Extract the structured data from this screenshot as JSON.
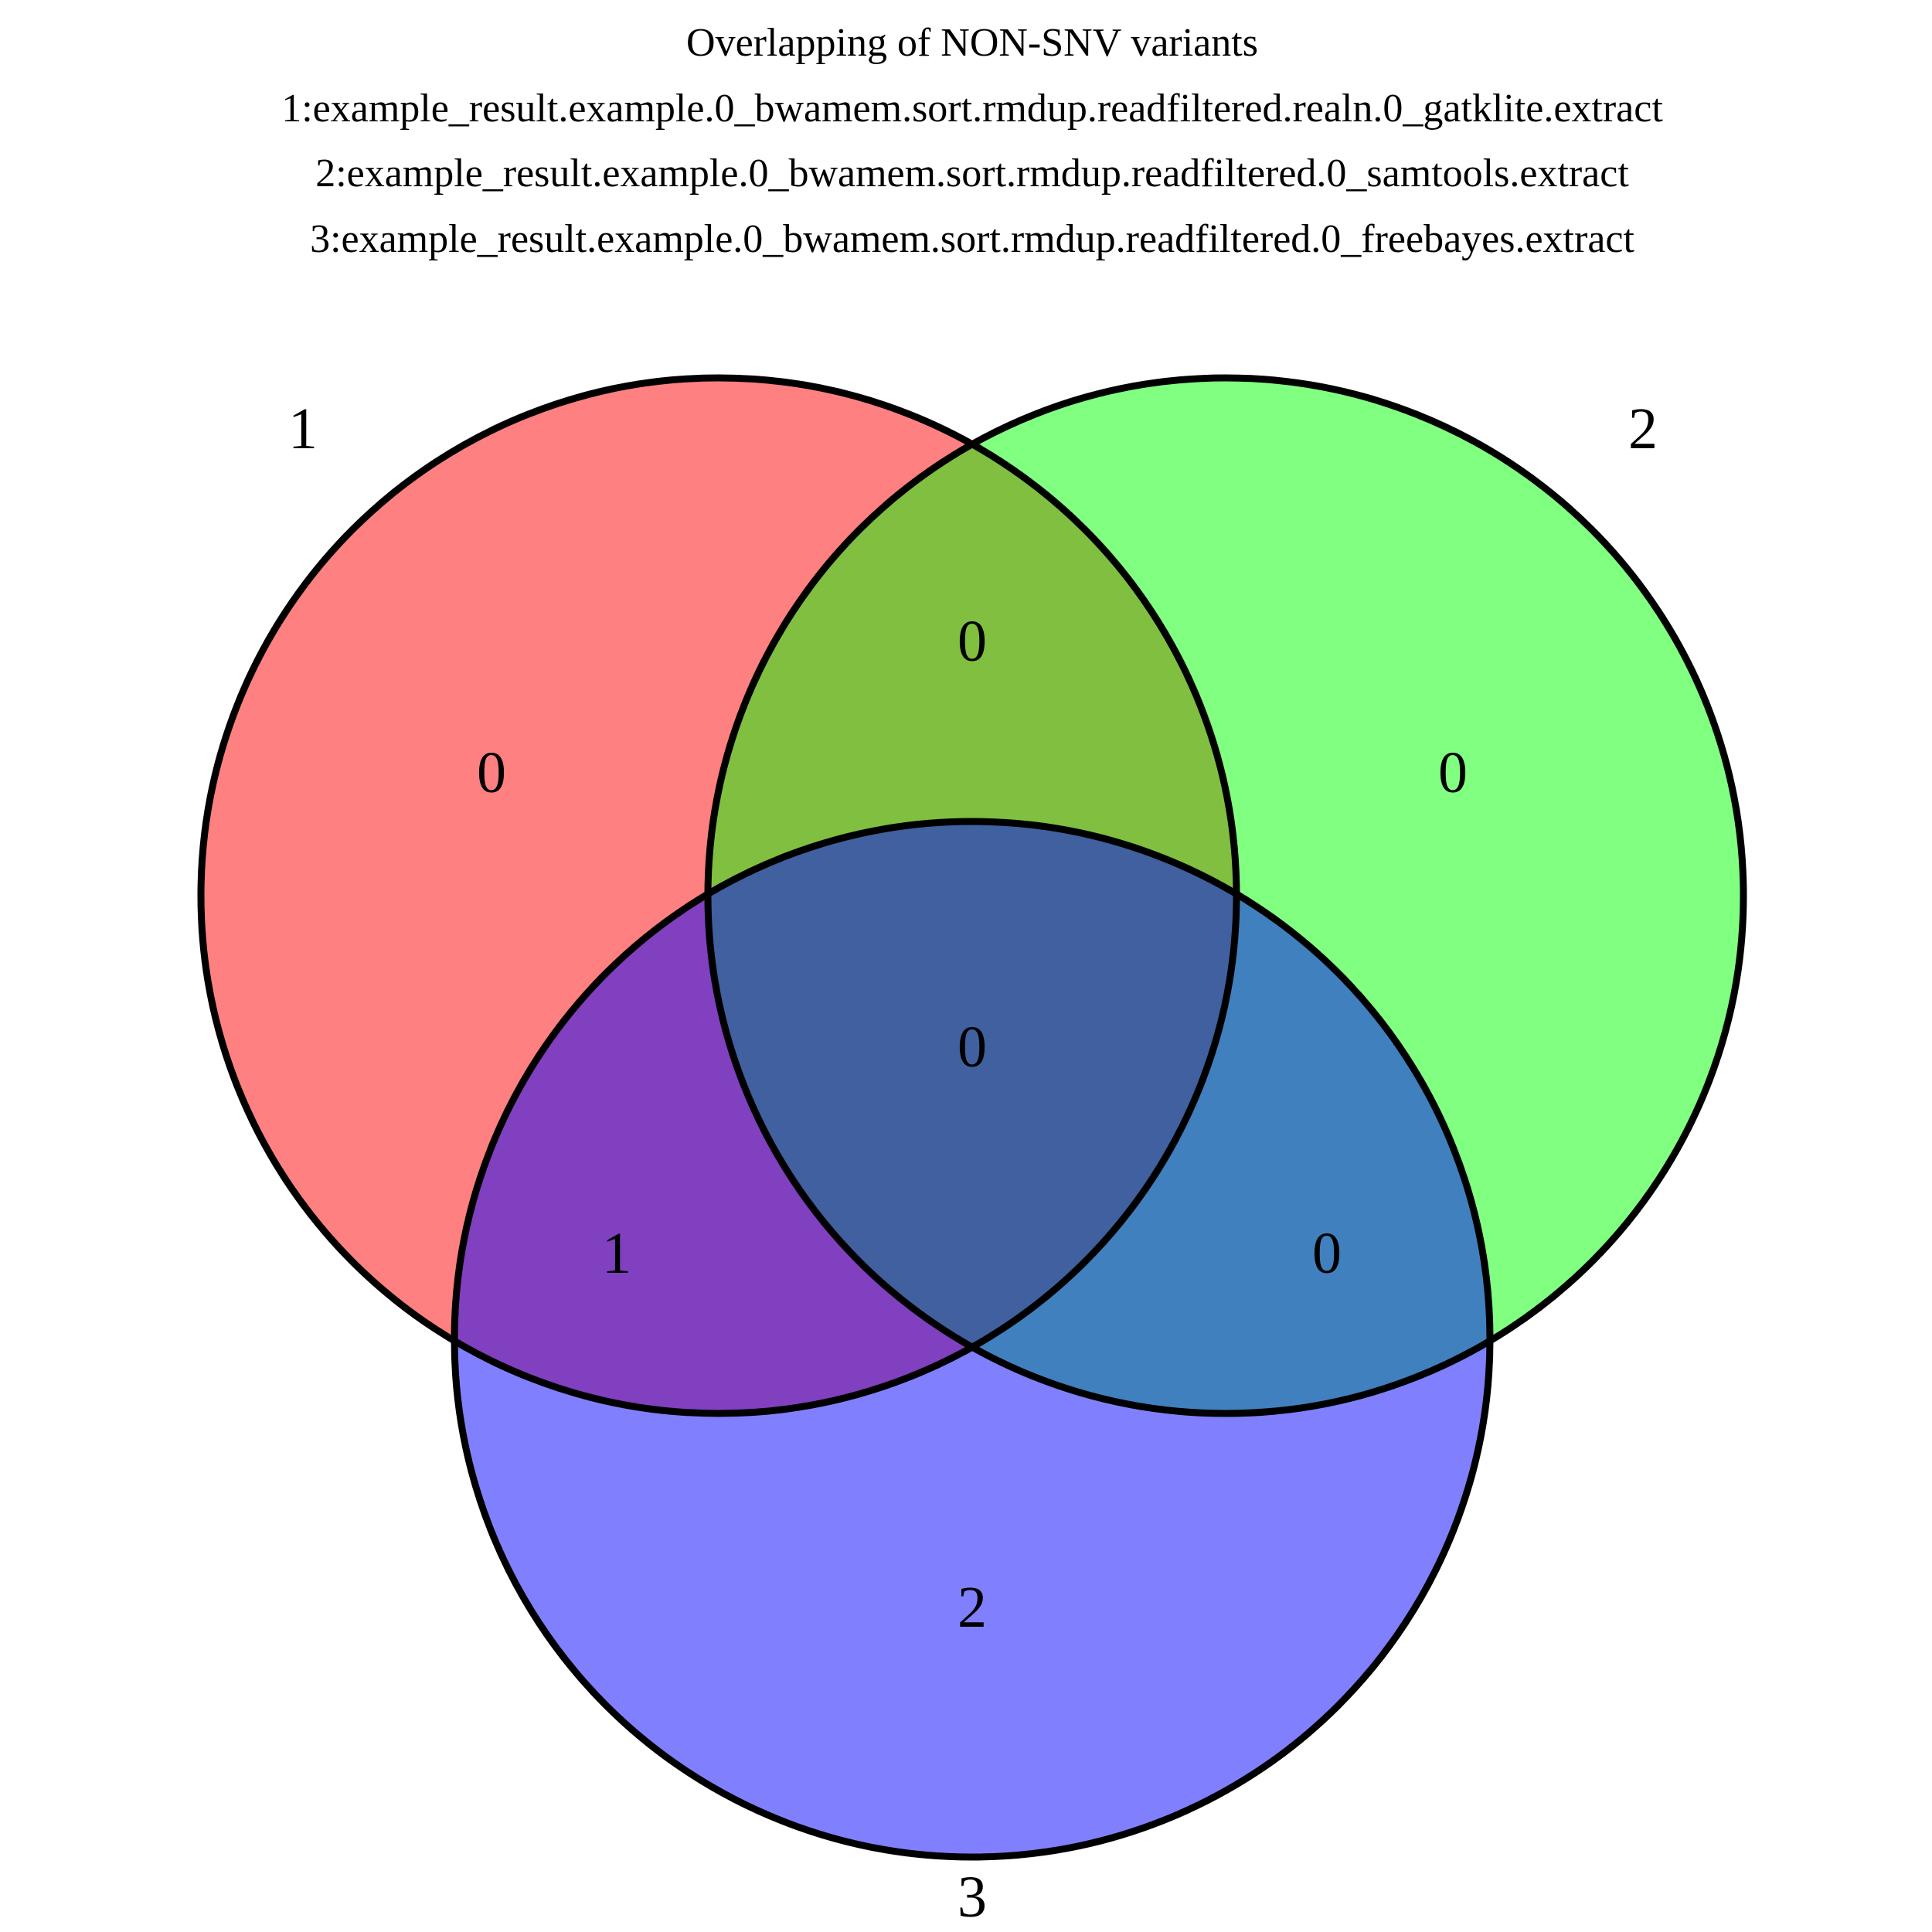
{
  "title_lines": [
    "Overlapping of NON-SNV variants",
    "1:example_result.example.0_bwamem.sort.rmdup.readfiltered.realn.0_gatklite.extract",
    "2:example_result.example.0_bwamem.sort.rmdup.readfiltered.0_samtools.extract",
    "3:example_result.example.0_bwamem.sort.rmdup.readfiltered.0_freebayes.extract"
  ],
  "sets": [
    {
      "label": "1",
      "color": "#ff8080"
    },
    {
      "label": "2",
      "color": "#80ff80"
    },
    {
      "label": "3",
      "color": "#8080ff"
    }
  ],
  "regions": {
    "only_1": "0",
    "only_2": "0",
    "only_3": "2",
    "1_and_2": "0",
    "1_and_3": "1",
    "2_and_3": "0",
    "1_and_2_and_3": "0"
  },
  "region_colors": {
    "1_and_2": "#80bf40",
    "1_and_3": "#8040bf",
    "2_and_3": "#4080bf",
    "1_and_2_and_3": "#40609f"
  }
}
